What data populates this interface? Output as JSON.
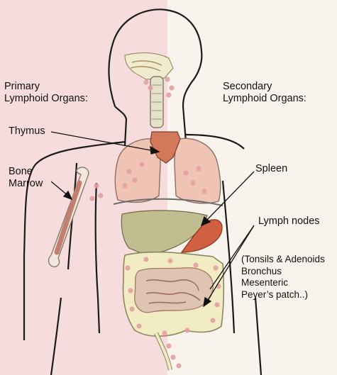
{
  "colors": {
    "primary_background": "#f6dcdc",
    "secondary_background": "#f8f3ec",
    "body_outline": "#1a1a1a",
    "lung": "#efc4b4",
    "thymus": "#d4785a",
    "spleen": "#d0603f",
    "liver": "#c2bd90",
    "intestine": "#f1ecc4",
    "bone": "#f2e7dc",
    "bone_marrow": "#c08070",
    "lymph_node": "#e2a0a0"
  },
  "labels": {
    "primary": [
      "Primary",
      "Lymphoid Organs:"
    ],
    "secondary": [
      "Secondary",
      "Lymphoid Organs:"
    ],
    "thymus": "Thymus",
    "bone_marrow": [
      "Bone",
      "Marrow"
    ],
    "spleen": "Spleen",
    "lymph_nodes": "Lymph nodes",
    "lymph_node_list": [
      "(Tonsils & Adenoids",
      "Bronchus",
      "Mesenteric",
      "Peyer’s patch..)"
    ]
  }
}
